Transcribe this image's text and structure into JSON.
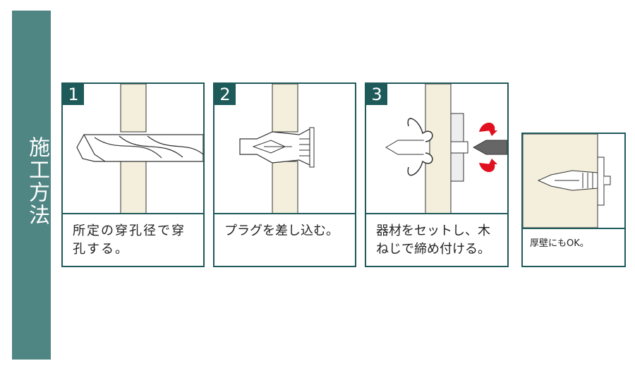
{
  "title": "施工方法",
  "colors": {
    "accent": "#1e5a5a",
    "sidebar": "#4f8583",
    "wall": "#f3efdc",
    "arrow": "#e01020"
  },
  "steps": [
    {
      "number": "1",
      "caption": "所定の穿孔径で穿孔する。"
    },
    {
      "number": "2",
      "caption": "プラグを差し込む。"
    },
    {
      "number": "3",
      "caption": "器材をセットし、木ねじで締め付ける。"
    }
  ],
  "note": {
    "caption": "厚壁にもOK。"
  }
}
